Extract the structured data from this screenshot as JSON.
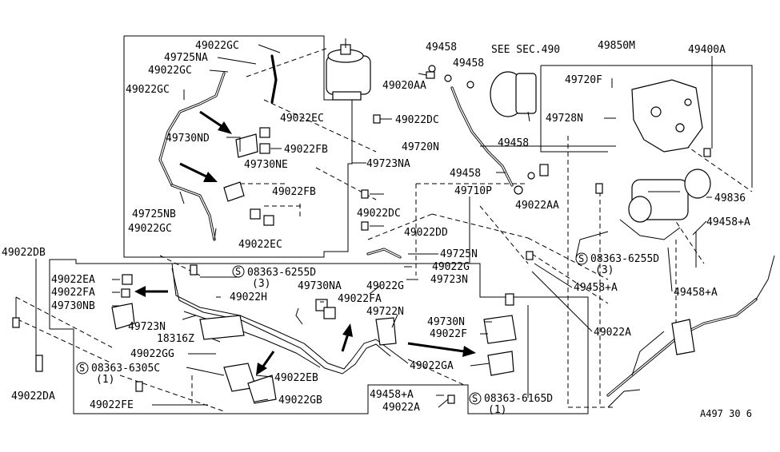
{
  "labels": {
    "c_49022GC_top": "49022GC",
    "c_49725NA": "49725NA",
    "c_49022GC_2": "49022GC",
    "c_49022GC_3": "49022GC",
    "c_49022EC": "49022EC",
    "c_49730ND": "49730ND",
    "c_49022FB_1": "49022FB",
    "c_49730NE": "49730NE",
    "c_49723NA": "49723NA",
    "c_49022FB_2": "49022FB",
    "c_49725NB": "49725NB",
    "c_49022GC_4": "49022GC",
    "c_49022EC_2": "49022EC",
    "c_49458_a": "49458",
    "c_49458_b": "49458",
    "c_see_sec": "SEE SEC.490",
    "c_49850M": "49850M",
    "c_49400A": "49400A",
    "c_49020AA": "49020AA",
    "c_49720F": "49720F",
    "c_49022DC_1": "49022DC",
    "c_49728N": "49728N",
    "c_49720N": "49720N",
    "c_49458_c": "49458",
    "c_49458_d": "49458",
    "c_49710P": "49710P",
    "c_49022AA": "49022AA",
    "c_49836": "49836",
    "c_49022DC_2": "49022DC",
    "c_49458A_1": "49458+A",
    "c_49022DD": "49022DD",
    "c_49022DB": "49022DB",
    "c_08363_6255D_1": "08363-6255D",
    "c_qty3_1": "(3)",
    "c_49725N": "49725N",
    "c_49022G_1": "49022G",
    "c_08363_6255D_2": "08363-6255D",
    "c_qty3_2": "(3)",
    "c_49723N_1": "49723N",
    "c_49022EA": "49022EA",
    "c_49022FA_1": "49022FA",
    "c_49730NB": "49730NB",
    "c_49730NA": "49730NA",
    "c_49022G_2": "49022G",
    "c_49022H": "49022H",
    "c_49458A_2": "49458+A",
    "c_49458A_3": "49458+A",
    "c_49022FA_2": "49022FA",
    "c_49722N": "49722N",
    "c_49723N_2": "49723N",
    "c_18316Z": "18316Z",
    "c_49730N": "49730N",
    "c_49022A_1": "49022A",
    "c_49022F": "49022F",
    "c_49022GG": "49022GG",
    "c_08363_6305C": "08363-6305C",
    "c_qty1_1": "(1)",
    "c_49022EB": "49022EB",
    "c_49022GA": "49022GA",
    "c_49022DA": "49022DA",
    "c_49458A_4": "49458+A",
    "c_08363_6165D": "08363-6165D",
    "c_qty1_2": "(1)",
    "c_49022FE": "49022FE",
    "c_49022GB": "49022GB",
    "c_49022A_2": "49022A",
    "c_ref": "A497 30 6"
  },
  "icons": {
    "screw_symbol": "circled-S-screw-symbol",
    "arrow": "direction-arrow"
  }
}
